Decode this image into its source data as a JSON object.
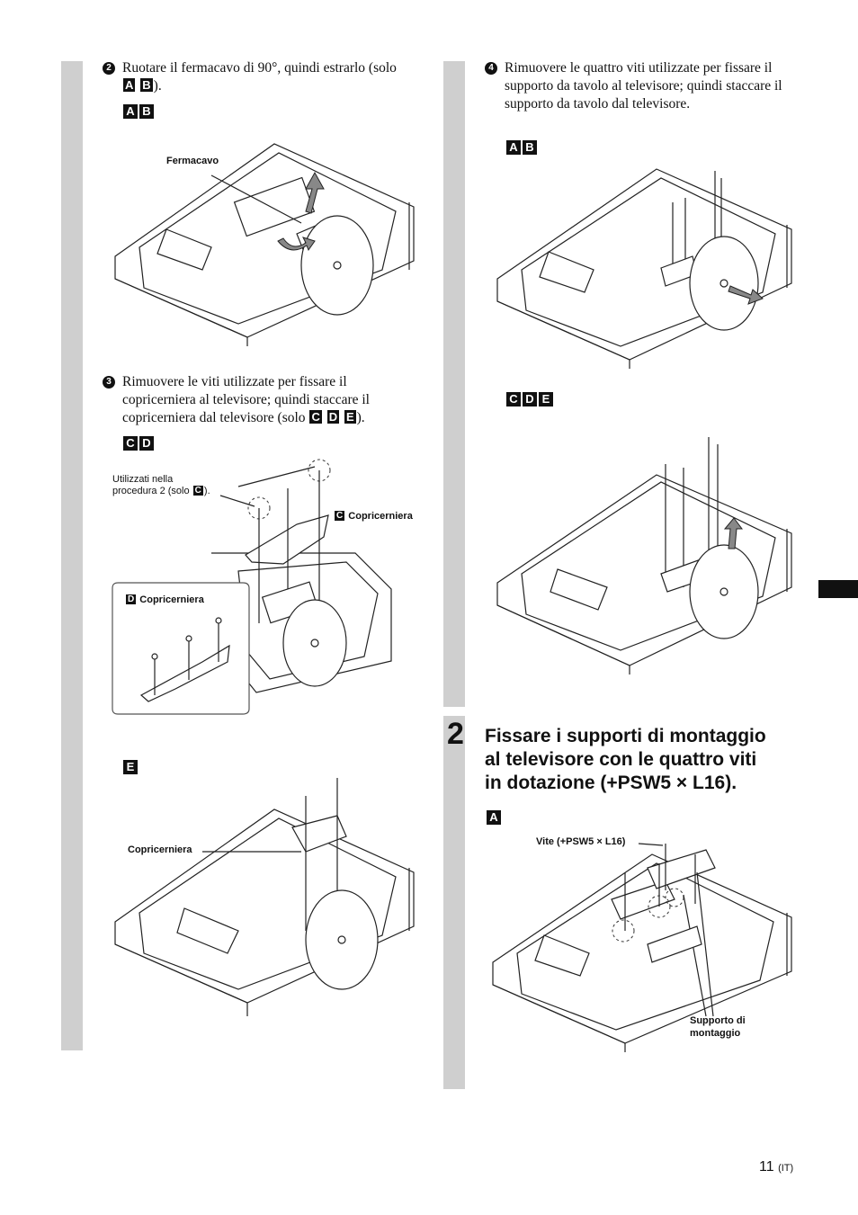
{
  "step2": {
    "num": "2",
    "text_a": "Ruotare il fermacavo di 90°, quindi estrarlo (solo ",
    "letter_1": "A",
    "letter_2": "B",
    "text_b": ")."
  },
  "fig_ab_left": {
    "badge": [
      "A",
      "B"
    ],
    "label_fermacavo": "Fermacavo"
  },
  "step3": {
    "num": "3",
    "text_a": "Rimuovere le viti utilizzate per fissare il copricerniera al televisore; quindi staccare il copricerniera dal televisore (solo ",
    "letter_1": "C",
    "letter_2": "D",
    "letter_3": "E",
    "text_b": ")."
  },
  "fig_cd": {
    "badge": [
      "C",
      "D"
    ],
    "note_a": "Utilizzati nella",
    "note_b": "procedura 2 (solo ",
    "note_letter": "C",
    "note_c": ").",
    "label_c_letter": "C",
    "label_c": "Copricerniera",
    "label_d_letter": "D",
    "label_d": "Copricerniera"
  },
  "fig_e": {
    "badge": [
      "E"
    ],
    "label": "Copricerniera"
  },
  "step4": {
    "num": "4",
    "text": "Rimuovere le quattro viti utilizzate per fissare il supporto da tavolo al televisore; quindi staccare il supporto da tavolo dal televisore."
  },
  "fig_ab_right": {
    "badge": [
      "A",
      "B"
    ]
  },
  "fig_cde": {
    "badge": [
      "C",
      "D",
      "E"
    ]
  },
  "section2": {
    "number": "2",
    "title_line1": "Fissare i supporti di montaggio",
    "title_line2": "al televisore con le quattro viti",
    "title_line3": "in dotazione (+PSW5 × L16)."
  },
  "fig_a": {
    "badge": [
      "A"
    ],
    "label_vite": "Vite (+PSW5 × L16)",
    "label_supporto_1": "Supporto di",
    "label_supporto_2": "montaggio"
  },
  "footer": {
    "page": "11",
    "lang": "(IT)"
  }
}
